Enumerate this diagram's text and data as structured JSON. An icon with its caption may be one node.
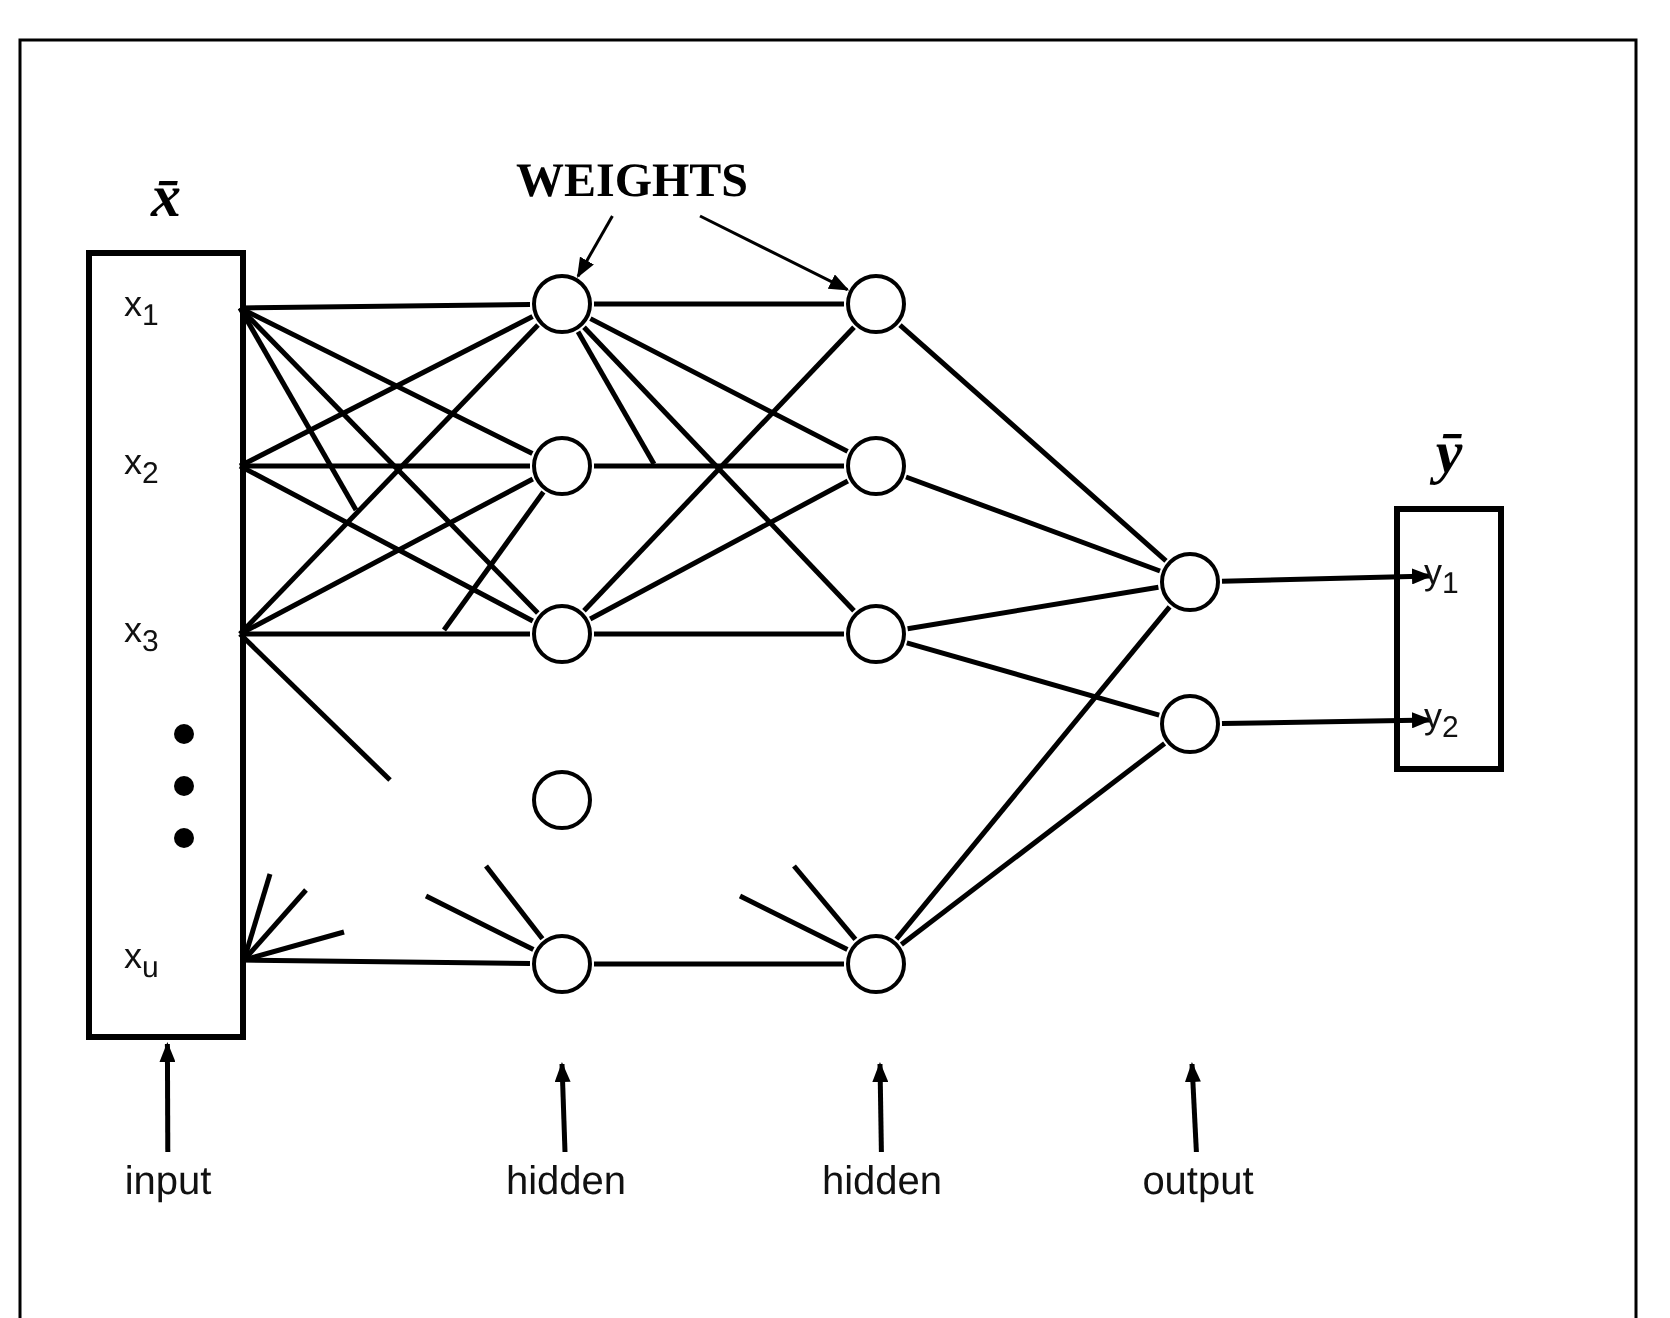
{
  "diagram": {
    "nodes": [
      {
        "text": [
          "WEIGHTS"
        ]
      },
      {
        "text": [
          "x̄"
        ]
      },
      {
        "text": [
          "x$_{1}$"
        ],
        "in": 1
      },
      {
        "text": [
          "x$_{2}$"
        ],
        "in": 1
      },
      {
        "text": [
          "x$_{3}$"
        ],
        "in": 1
      },
      {
        "text": [
          "x$_{u}$"
        ],
        "in": 1
      },
      {
        "text": [],
        "shape": "circle"
      },
      {
        "text": [],
        "shape": "circle"
      },
      {
        "text": [],
        "shape": "circle"
      },
      {
        "text": [],
        "shape": "circle"
      },
      {
        "text": [],
        "shape": "circle"
      },
      {
        "text": [],
        "shape": "circle"
      },
      {
        "text": [],
        "shape": "circle"
      },
      {
        "text": [],
        "shape": "circle"
      },
      {
        "text": [],
        "shape": "circle"
      },
      {
        "text": [],
        "shape": "circle"
      },
      {
        "text": [],
        "shape": "circle"
      },
      {
        "text": [
          "ȳ"
        ]
      },
      {
        "text": [
          "y$_{1}$"
        ],
        "in": 17
      },
      {
        "text": [
          "y$_{2}$"
        ],
        "in": 17
      },
      {
        "text": [
          "input"
        ]
      },
      {
        "text": [
          "hidden"
        ]
      },
      {
        "text": [
          "hidden"
        ]
      },
      {
        "text": [
          "output"
        ]
      }
    ],
    "edges": [
      {
        "from": 0,
        "to": 6,
        "arrow": "to"
      },
      {
        "from": 0,
        "to": 11,
        "arrow": "to"
      },
      {
        "from": 2,
        "to": 6,
        "arrow": "none"
      },
      {
        "from": 2,
        "to": 7,
        "arrow": "none"
      },
      {
        "from": 2,
        "to": 8,
        "arrow": "none"
      },
      {
        "from": 2,
        "to": null,
        "arrow": "none"
      },
      {
        "from": 3,
        "to": 6,
        "arrow": "none"
      },
      {
        "from": 3,
        "to": 7,
        "arrow": "none"
      },
      {
        "from": 3,
        "to": 8,
        "arrow": "none"
      },
      {
        "from": 4,
        "to": 6,
        "arrow": "none"
      },
      {
        "from": 4,
        "to": 7,
        "arrow": "none"
      },
      {
        "from": 4,
        "to": 8,
        "arrow": "none"
      },
      {
        "from": 4,
        "to": null,
        "arrow": "none"
      },
      {
        "from": 1,
        "to": null,
        "arrow": "none"
      },
      {
        "from": 1,
        "to": null,
        "arrow": "none"
      },
      {
        "from": 1,
        "to": null,
        "arrow": "none"
      },
      {
        "from": 5,
        "to": 10,
        "arrow": "none"
      },
      {
        "from": null,
        "to": 10,
        "arrow": "none"
      },
      {
        "from": null,
        "to": 10,
        "arrow": "none"
      },
      {
        "from": 6,
        "to": 11,
        "arrow": "none"
      },
      {
        "from": 6,
        "to": 12,
        "arrow": "none"
      },
      {
        "from": 6,
        "to": 13,
        "arrow": "none"
      },
      {
        "from": 6,
        "to": null,
        "arrow": "none"
      },
      {
        "from": 7,
        "to": null,
        "arrow": "none"
      },
      {
        "from": 7,
        "to": 12,
        "arrow": "none"
      },
      {
        "from": 8,
        "to": 11,
        "arrow": "none"
      },
      {
        "from": 8,
        "to": 12,
        "arrow": "none"
      },
      {
        "from": 8,
        "to": 13,
        "arrow": "none"
      },
      {
        "from": 10,
        "to": 14,
        "arrow": "none"
      },
      {
        "from": null,
        "to": 14,
        "arrow": "none"
      },
      {
        "from": null,
        "to": 14,
        "arrow": "none"
      },
      {
        "from": 11,
        "to": 15,
        "arrow": "none"
      },
      {
        "from": 12,
        "to": 15,
        "arrow": "none"
      },
      {
        "from": 13,
        "to": 15,
        "arrow": "none"
      },
      {
        "from": 13,
        "to": 16,
        "arrow": "none"
      },
      {
        "from": 14,
        "to": 15,
        "arrow": "none"
      },
      {
        "from": 14,
        "to": 16,
        "arrow": "none"
      },
      {
        "from": 15,
        "to": 18,
        "arrow": "to"
      },
      {
        "from": 16,
        "to": 19,
        "arrow": "to"
      },
      {
        "from": 20,
        "to": 1,
        "arrow": "to"
      },
      {
        "from": 21,
        "to": null,
        "arrow": "to"
      },
      {
        "from": 22,
        "to": null,
        "arrow": "to"
      },
      {
        "from": 23,
        "to": null,
        "arrow": "to"
      }
    ]
  }
}
